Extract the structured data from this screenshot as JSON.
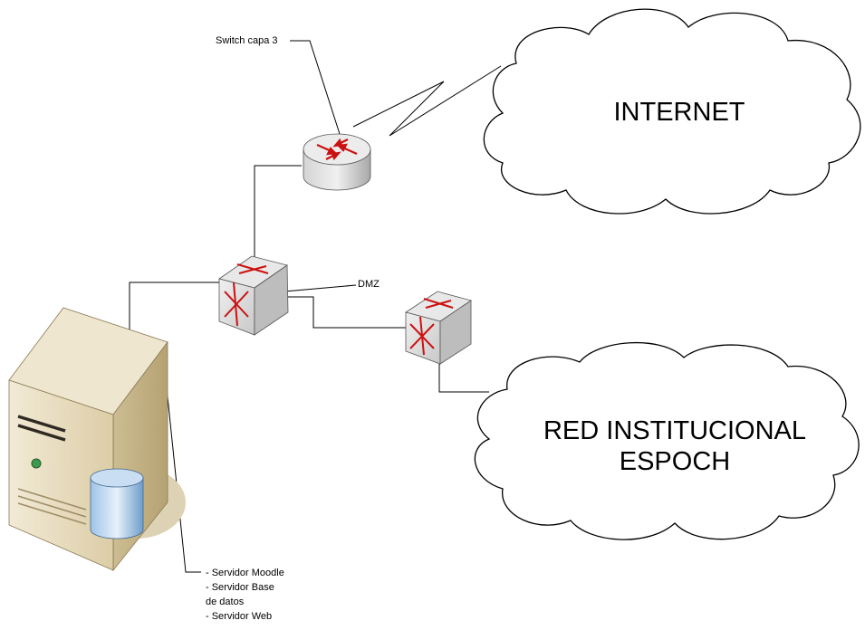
{
  "labels": {
    "switch_capa3": "Switch capa 3",
    "dmz": "DMZ",
    "internet": "INTERNET",
    "red_line1": "RED INSTITUCIONAL",
    "red_line2": "ESPOCH",
    "server_list": [
      "- Servidor Moodle",
      "- Servidor Base",
      "de datos",
      "- Servidor Web"
    ]
  },
  "colors": {
    "line": "#000000",
    "arrow": "#cc1111",
    "router_top": "#e6e6e6",
    "router_side": "#b8b8b8",
    "switch_face": "#d9d9d9",
    "server_front": "#e8dcc0",
    "server_side": "#c9b88c",
    "shadow": "#d8ccab",
    "db": "#7ea9d4"
  },
  "icons": [
    "router-icon",
    "switch-icon",
    "server-icon",
    "database-icon",
    "cloud-shape"
  ]
}
